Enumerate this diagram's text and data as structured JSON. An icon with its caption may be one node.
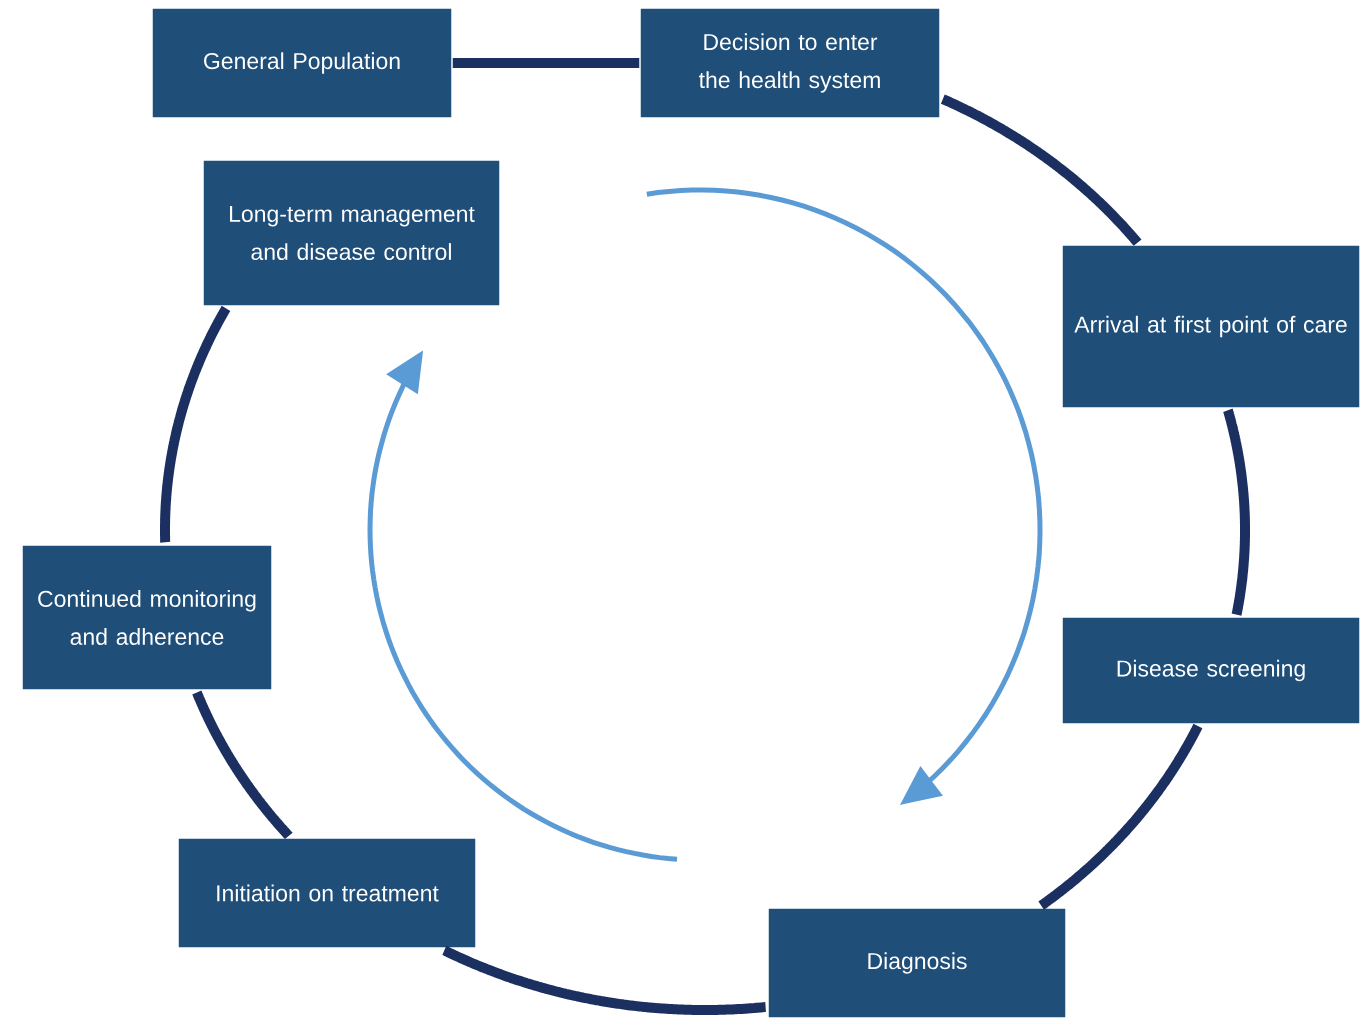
{
  "diagram": {
    "nodes": [
      {
        "text": [
          "General Population"
        ]
      },
      {
        "text": [
          "Decision to enter the health system"
        ]
      },
      {
        "text": [
          "Long-term management and disease control"
        ]
      },
      {
        "text": [
          "Arrival at first point of care"
        ]
      },
      {
        "text": [
          "Continued monitoring and adherence"
        ]
      },
      {
        "text": [
          "Disease screening"
        ]
      },
      {
        "text": [
          "Initiation on treatment"
        ]
      },
      {
        "text": [
          "Diagnosis"
        ]
      }
    ],
    "edges": [
      {
        "from": 0,
        "to": 1,
        "arrow": "none"
      },
      {
        "from": 1,
        "to": 3,
        "arrow": "none"
      },
      {
        "from": 3,
        "to": 5,
        "arrow": "none"
      },
      {
        "from": 5,
        "to": 7,
        "arrow": "none"
      },
      {
        "from": 7,
        "to": 6,
        "arrow": "none"
      },
      {
        "from": 6,
        "to": 4,
        "arrow": "none"
      },
      {
        "from": 4,
        "to": 2,
        "arrow": "none"
      }
    ]
  }
}
